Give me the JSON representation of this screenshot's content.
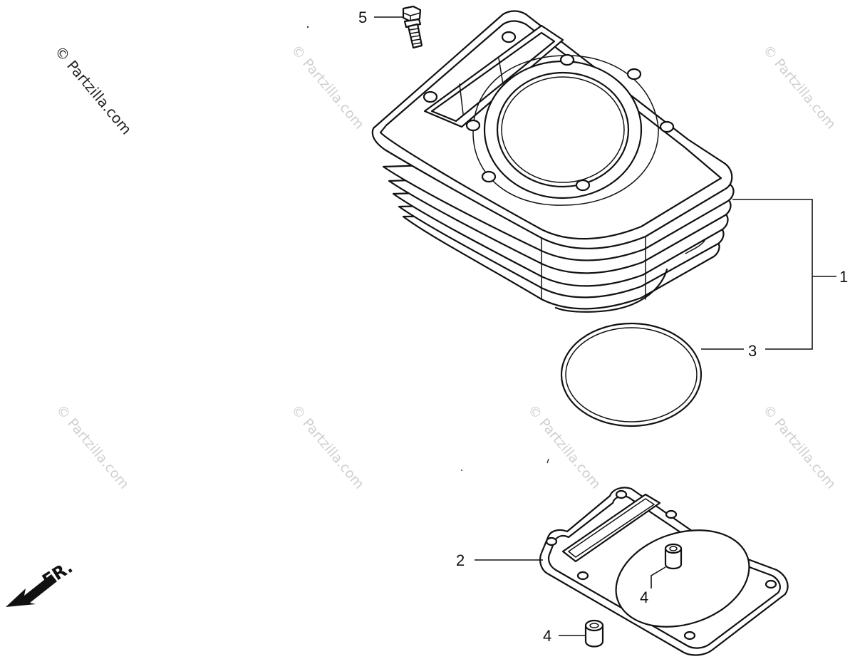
{
  "watermarks": {
    "main": "© Partzilla.com",
    "tile": "© Partzilla.com"
  },
  "callouts": {
    "part1": "1",
    "part2": "2",
    "part3": "3",
    "part4a": "4",
    "part4b": "4",
    "part5": "5"
  },
  "direction": {
    "label": "FR."
  }
}
